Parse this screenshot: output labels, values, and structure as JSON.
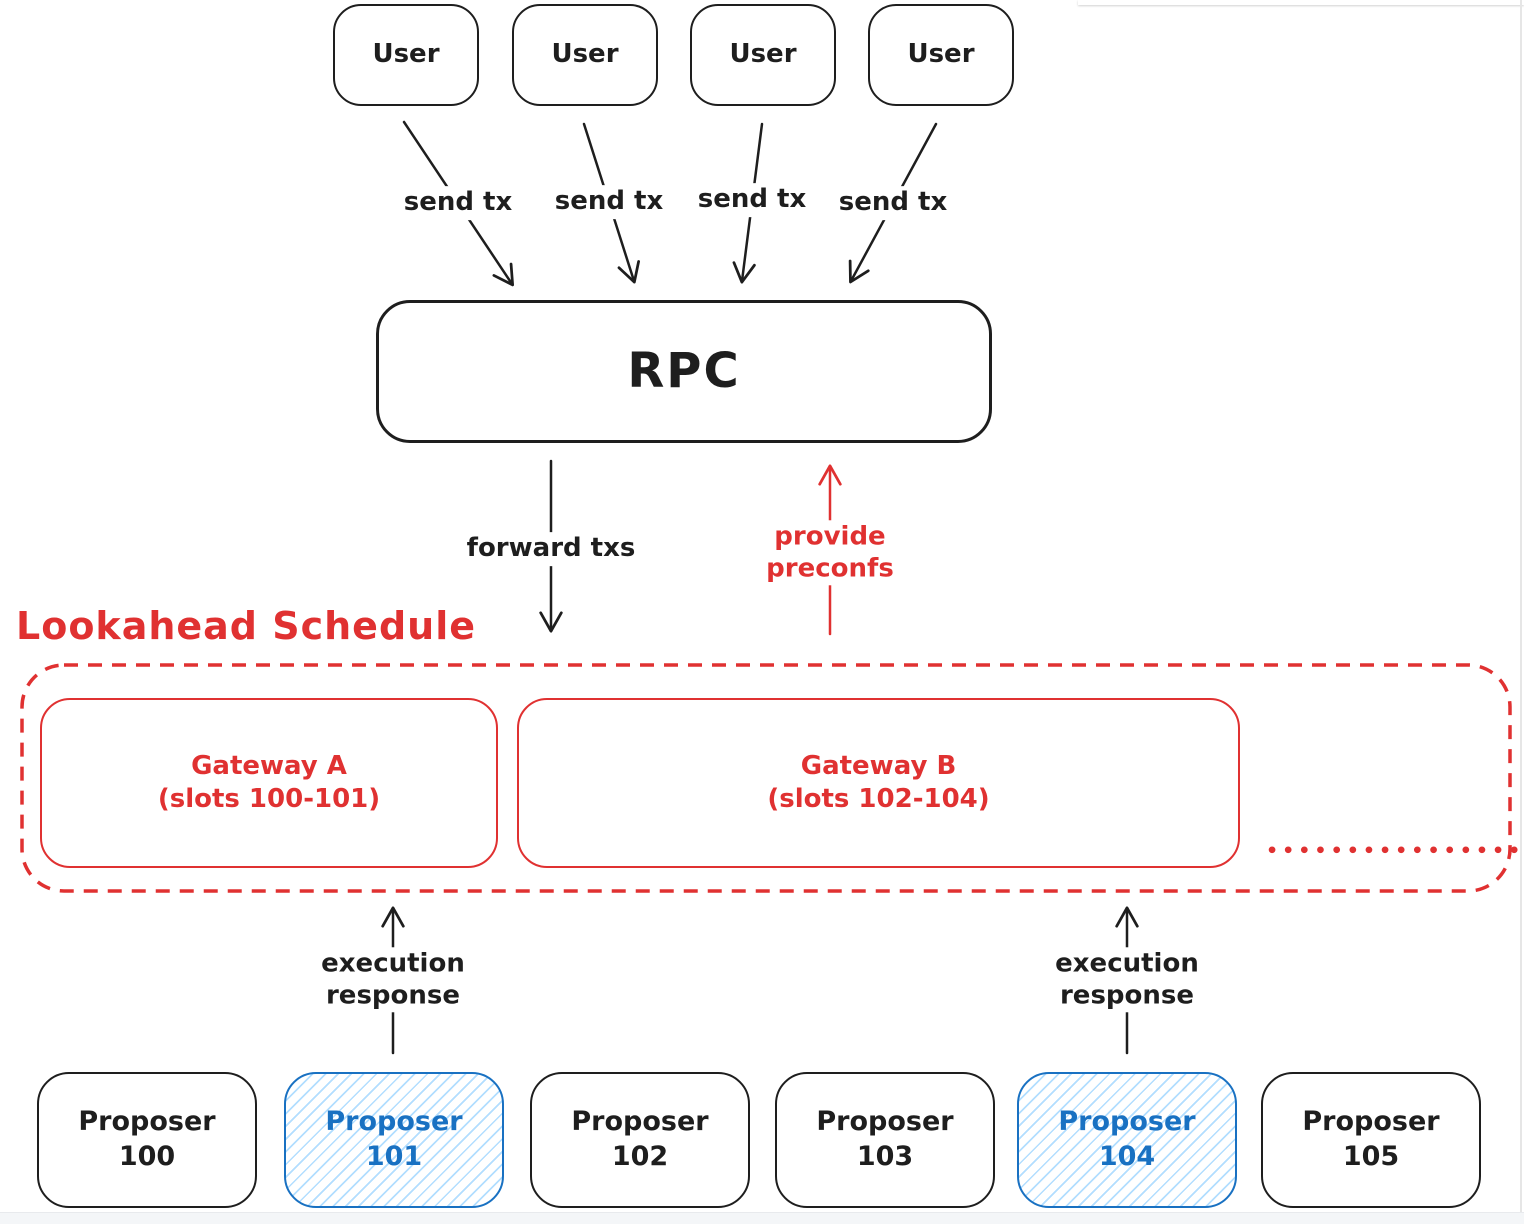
{
  "colors": {
    "ink": "#1e1e1e",
    "red": "#e03131",
    "blue": "#1971c2",
    "hatch_blue": "#a5d8ff"
  },
  "users": [
    "User",
    "User",
    "User",
    "User"
  ],
  "edges": {
    "send_tx": [
      "send tx",
      "send tx",
      "send tx",
      "send tx"
    ],
    "forward_txs": "forward txs",
    "provide_preconfs": {
      "line1": "provide",
      "line2": "preconfs"
    },
    "execution_response": {
      "line1": "execution",
      "line2": "response"
    }
  },
  "rpc": {
    "label": "RPC"
  },
  "lookahead": {
    "title": "Lookahead Schedule",
    "gateways": [
      {
        "name": "Gateway A",
        "slots": "(slots 100-101)"
      },
      {
        "name": "Gateway B",
        "slots": "(slots 102-104)"
      }
    ],
    "ellipsis": "•••••••••••••••••"
  },
  "proposers": [
    {
      "name": "Proposer",
      "number": "100",
      "highlighted": false
    },
    {
      "name": "Proposer",
      "number": "101",
      "highlighted": true
    },
    {
      "name": "Proposer",
      "number": "102",
      "highlighted": false
    },
    {
      "name": "Proposer",
      "number": "103",
      "highlighted": false
    },
    {
      "name": "Proposer",
      "number": "104",
      "highlighted": true
    },
    {
      "name": "Proposer",
      "number": "105",
      "highlighted": false
    }
  ]
}
